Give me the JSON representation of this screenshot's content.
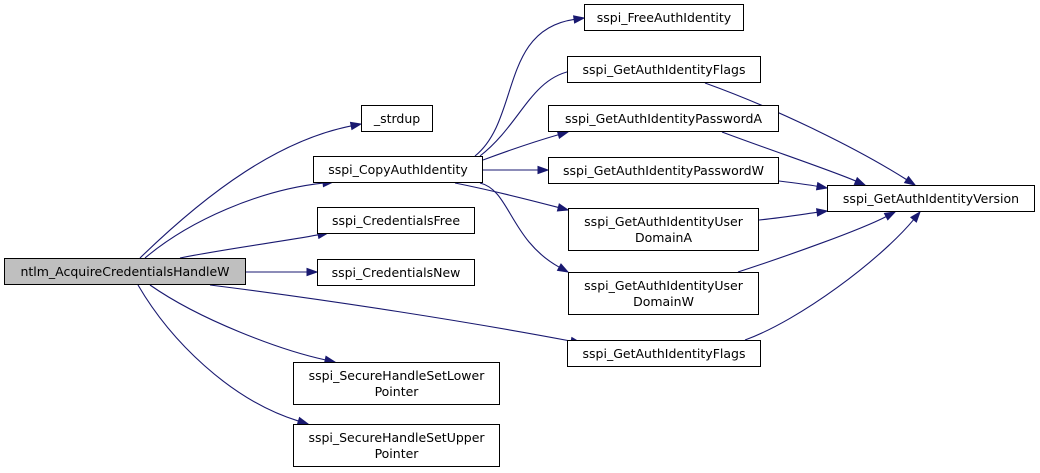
{
  "nodes": {
    "root": "ntlm_AcquireCredentialsHandleW",
    "strdup": "_strdup",
    "copy_auth_identity": "sspi_CopyAuthIdentity",
    "credentials_free": "sspi_CredentialsFree",
    "credentials_new": "sspi_CredentialsNew",
    "set_lower_pointer": [
      "sspi_SecureHandleSetLower",
      "Pointer"
    ],
    "set_upper_pointer": [
      "sspi_SecureHandleSetUpper",
      "Pointer"
    ],
    "free_auth_identity": "sspi_FreeAuthIdentity",
    "get_flags_top": "sspi_GetAuthIdentityFlags",
    "get_password_a": "sspi_GetAuthIdentityPasswordA",
    "get_password_w": "sspi_GetAuthIdentityPasswordW",
    "get_user_domain_a": [
      "sspi_GetAuthIdentityUser",
      "DomainA"
    ],
    "get_user_domain_w": [
      "sspi_GetAuthIdentityUser",
      "DomainW"
    ],
    "get_flags_bottom": "sspi_GetAuthIdentityFlags",
    "get_version": "sspi_GetAuthIdentityVersion"
  },
  "edges": [
    [
      "root",
      "strdup"
    ],
    [
      "root",
      "copy_auth_identity"
    ],
    [
      "root",
      "credentials_free"
    ],
    [
      "root",
      "credentials_new"
    ],
    [
      "root",
      "set_lower_pointer"
    ],
    [
      "root",
      "set_upper_pointer"
    ],
    [
      "root",
      "get_flags_bottom"
    ],
    [
      "copy_auth_identity",
      "free_auth_identity"
    ],
    [
      "copy_auth_identity",
      "get_flags_top"
    ],
    [
      "copy_auth_identity",
      "get_password_a"
    ],
    [
      "copy_auth_identity",
      "get_password_w"
    ],
    [
      "copy_auth_identity",
      "get_user_domain_a"
    ],
    [
      "copy_auth_identity",
      "get_user_domain_w"
    ],
    [
      "get_flags_top",
      "get_version"
    ],
    [
      "get_password_a",
      "get_version"
    ],
    [
      "get_password_w",
      "get_version"
    ],
    [
      "get_user_domain_a",
      "get_version"
    ],
    [
      "get_user_domain_w",
      "get_version"
    ],
    [
      "get_flags_bottom",
      "get_version"
    ]
  ],
  "colors": {
    "edge": "#191970",
    "root_fill": "#bfbfbf",
    "node_fill": "#ffffff",
    "border": "#000000"
  }
}
